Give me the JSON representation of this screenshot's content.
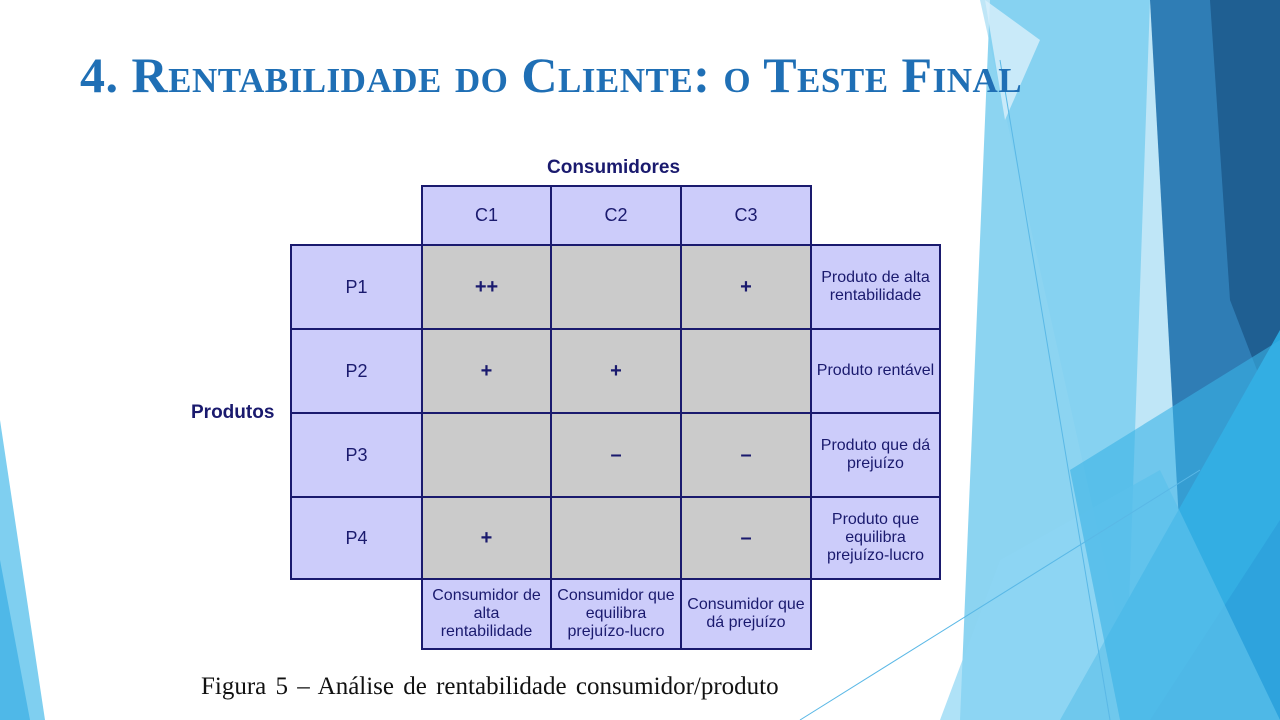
{
  "slide": {
    "title": "4. Rentabilidade do Cliente: o Teste Final",
    "caption": "Figura 5 – Análise de rentabilidade consumidor/produto"
  },
  "matrix": {
    "columns_header": "Consumidores",
    "rows_header": "Produtos",
    "columns": [
      "C1",
      "C2",
      "C3"
    ],
    "rows": [
      {
        "label": "P1",
        "cells": [
          "++",
          "",
          "+"
        ],
        "summary": "Produto de alta rentabilidade"
      },
      {
        "label": "P2",
        "cells": [
          "+",
          "+",
          ""
        ],
        "summary": "Produto rentável"
      },
      {
        "label": "P3",
        "cells": [
          "",
          "–",
          "–"
        ],
        "summary": "Produto que dá prejuízo"
      },
      {
        "label": "P4",
        "cells": [
          "+",
          "",
          "–"
        ],
        "summary": "Produto que equilibra prejuízo-lucro"
      }
    ],
    "column_summaries": [
      "Consumidor de alta rentabilidade",
      "Consumidor que equilibra prejuízo-lucro",
      "Consumidor que dá prejuízo"
    ]
  }
}
